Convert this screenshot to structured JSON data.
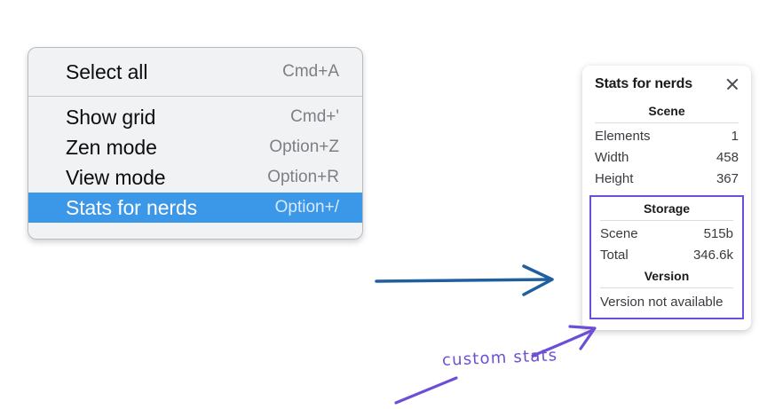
{
  "context_menu": {
    "groups": [
      {
        "items": [
          {
            "label": "Select all",
            "shortcut": "Cmd+A",
            "selected": false
          }
        ]
      },
      {
        "items": [
          {
            "label": "Show grid",
            "shortcut": "Cmd+'",
            "selected": false
          },
          {
            "label": "Zen mode",
            "shortcut": "Option+Z",
            "selected": false
          },
          {
            "label": "View mode",
            "shortcut": "Option+R",
            "selected": false
          },
          {
            "label": "Stats for nerds",
            "shortcut": "Option+/",
            "selected": true
          }
        ]
      }
    ],
    "highlight_color": "#3b97e8"
  },
  "stats_panel": {
    "title": "Stats for nerds",
    "close_icon": "close-icon",
    "scene": {
      "heading": "Scene",
      "rows": [
        {
          "key": "Elements",
          "value": "1"
        },
        {
          "key": "Width",
          "value": "458"
        },
        {
          "key": "Height",
          "value": "367"
        }
      ]
    },
    "storage": {
      "heading": "Storage",
      "rows": [
        {
          "key": "Scene",
          "value": "515b"
        },
        {
          "key": "Total",
          "value": "346.6k"
        }
      ]
    },
    "version": {
      "heading": "Version",
      "note": "Version not available"
    }
  },
  "annotations": {
    "handwritten_label": "custom stats",
    "purple_color": "#6c4fd6",
    "blue_arrow_color": "#1f5fa0"
  }
}
